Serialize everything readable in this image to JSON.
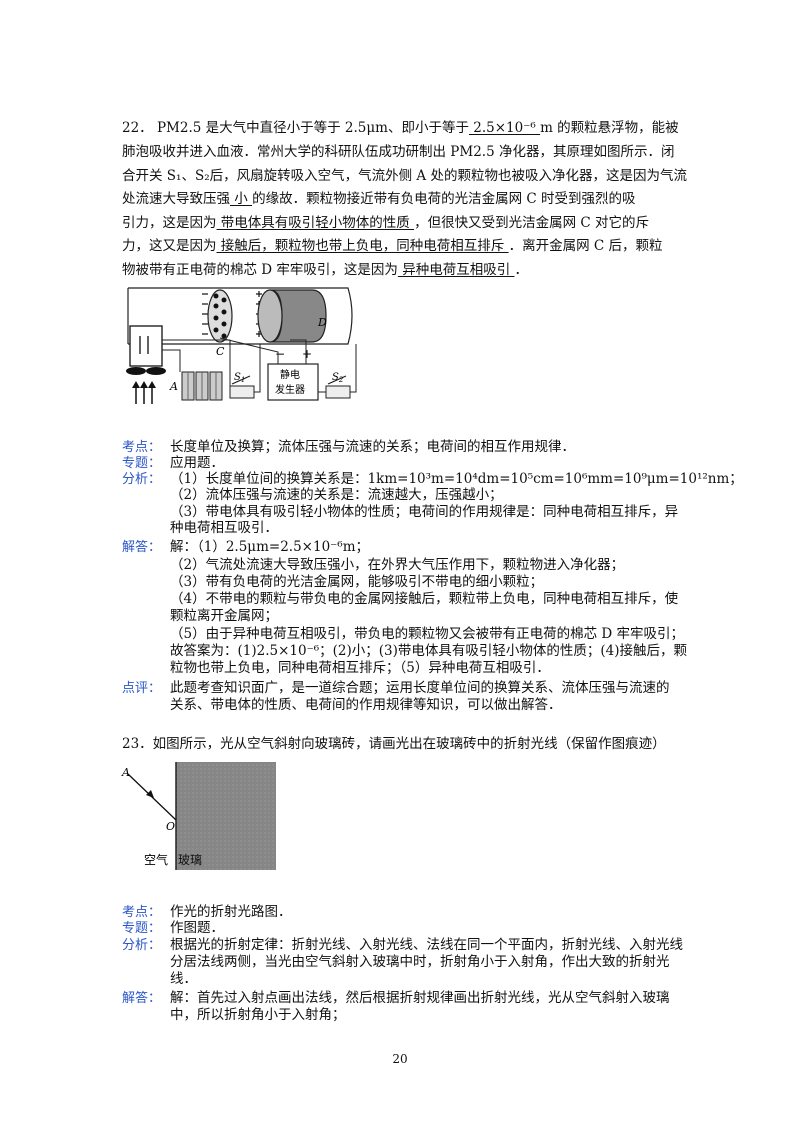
{
  "q22": {
    "line1_a": "22．  PM2.5 是大气中直径小于等于 2.5μm、即小于等于",
    "line1_blank": "  2.5×10⁻⁶  ",
    "line1_b": "m 的颗粒悬浮物，能被",
    "line2": "肺泡吸收并进入血液．常州大学的科研队伍成功研制出 PM2.5 净化器，其原理如图所示．闭",
    "line3": "合开关 S₁、S₂后，风扇旋转吸入空气，气流外侧 A 处的颗粒物也被吸入净化器，这是因为气流",
    "line4_a": "处流速大导致压强",
    "line4_blank": "  小  ",
    "line4_b": "的缘故．颗粒物接近带有负电荷的光洁金属网 C 时受到强烈的吸",
    "line5_a": "引力，这是因为",
    "line5_blank": "  带电体具有吸引轻小物体的性质  ",
    "line5_b": "，但很快又受到光洁金属网 C 对它的斥",
    "line6_a": "力，这又是因为",
    "line6_blank": "  接触后，颗粒物也带上负电，同种电荷相互排斥  ",
    "line6_b": "．离开金属网 C 后，颗粒",
    "line7_a": "物被带有正电荷的棉芯 D 牢牢吸引，这是因为",
    "line7_blank": "  异种电荷互相吸引  ",
    "line7_b": "．"
  },
  "diagram1": {
    "label_C": "C",
    "label_D": "D",
    "label_A": "A",
    "label_S1": "S",
    "label_S1_sub": "1",
    "label_S2": "S",
    "label_S2_sub": "2",
    "minus": "−",
    "plus": "+",
    "gen_line1": "静电",
    "gen_line2": "发生器"
  },
  "analysis22": {
    "kaodian_label": "考点：",
    "kaodian": "长度单位及换算；流体压强与流速的关系；电荷间的相互作用规律．",
    "zhuanti_label": "专题：",
    "zhuanti": "应用题．",
    "fenxi_label": "分析：",
    "fenxi1": "（1）长度单位间的换算关系是：1km=10³m=10⁴dm=10⁵cm=10⁶mm=10⁹μm=10¹²nm；",
    "fenxi2": "（2）流体压强与流速的关系是：流速越大，压强越小；",
    "fenxi3": "（3）带电体具有吸引轻小物体的性质；电荷间的作用规律是：同种电荷相互排斥，异",
    "fenxi4": "种电荷相互吸引．",
    "jieda_label": "解答：",
    "jieda1": "解：（1）2.5μm=2.5×10⁻⁶m；",
    "jieda2": "（2）气流处流速大导致压强小，在外界大气压作用下，颗粒物进入净化器；",
    "jieda3": "（3）带有负电荷的光洁金属网，能够吸引不带电的细小颗粒；",
    "jieda4": "（4）不带电的颗粒与带负电的金属网接触后，颗粒带上负电，同种电荷相互排斥，使",
    "jieda5": "颗粒离开金属网；",
    "jieda6": "（5）由于异种电荷互相吸引，带负电的颗粒物又会被带有正电荷的棉芯 D 牢牢吸引；",
    "jieda7": "故答案为：(1)2.5×10⁻⁶；(2)小；(3)带电体具有吸引轻小物体的性质；(4)接触后，颗",
    "jieda8": "粒物也带上负电，同种电荷相互排斥；（5）异种电荷互相吸引．",
    "dianping_label": "点评：",
    "dianping1": "此题考查知识面广，是一道综合题；运用长度单位间的换算关系、流体压强与流速的",
    "dianping2": "关系、带电体的性质、电荷间的作用规律等知识，可以做出解答．"
  },
  "q23": {
    "text": "23．如图所示，光从空气斜射向玻璃砖，请画光出在玻璃砖中的折射光线（保留作图痕迹）"
  },
  "diagram2": {
    "label_A": "A",
    "label_O": "O",
    "air": "空气",
    "glass": "玻璃"
  },
  "analysis23": {
    "kaodian_label": "考点：",
    "kaodian": "作光的折射光路图．",
    "zhuanti_label": "专题：",
    "zhuanti": "作图题．",
    "fenxi_label": "分析：",
    "fenxi1": "根据光的折射定律：折射光线、入射光线、法线在同一个平面内，折射光线、入射光线",
    "fenxi2": "分居法线两侧，当光由空气斜射入玻璃中时，折射角小于入射角，作出大致的折射光",
    "fenxi3": "线．",
    "jieda_label": "解答：",
    "jieda1": "解：首先过入射点画出法线，然后根据折射规律画出折射光线，光从空气斜射入玻璃",
    "jieda2": "中，所以折射角小于入射角；"
  },
  "page_number": "20"
}
